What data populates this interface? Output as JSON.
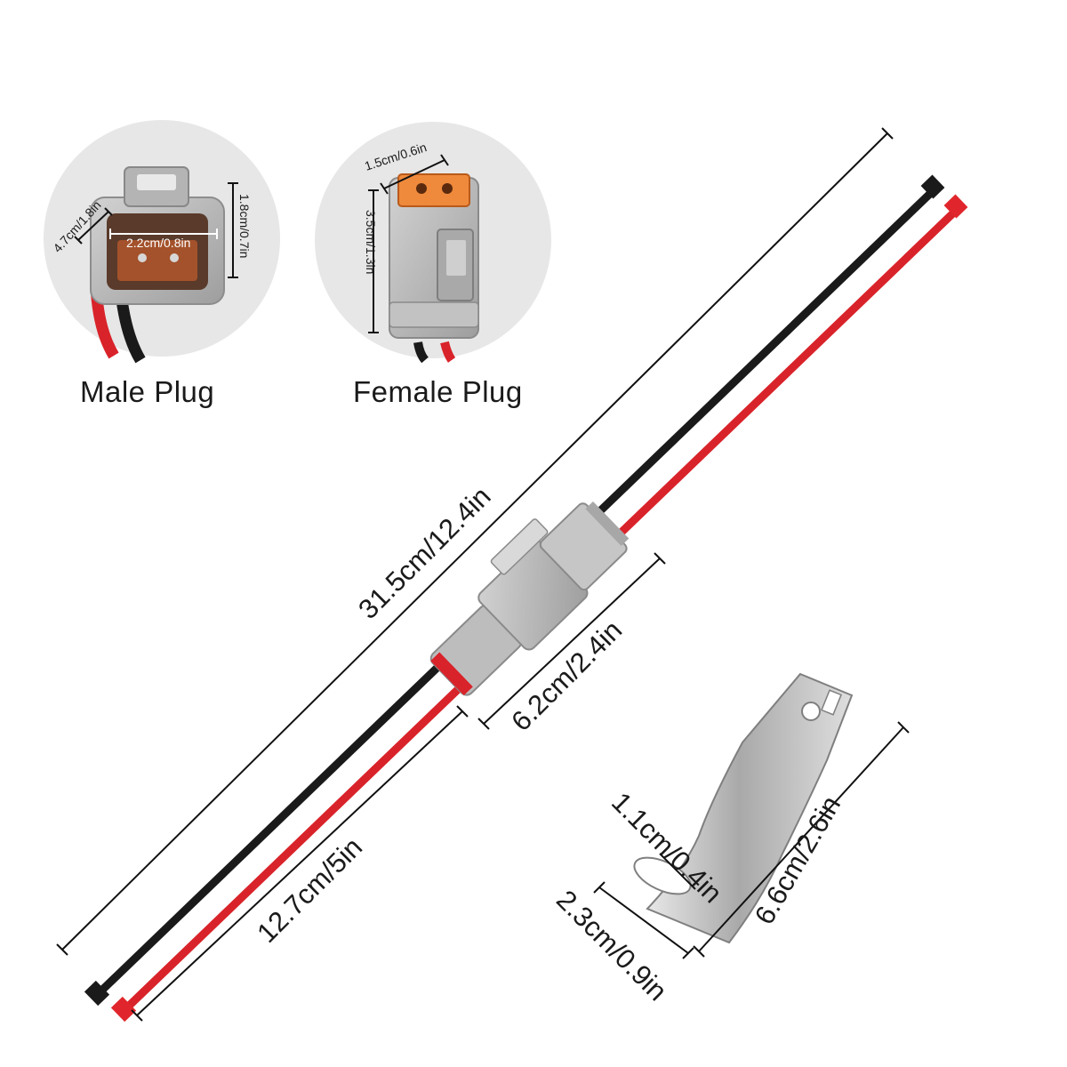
{
  "captions": {
    "male_plug": "Male Plug",
    "female_plug": "Female Plug"
  },
  "male_dims": {
    "height": "4.7cm/1.8in",
    "width": "2.2cm/0.8in",
    "depth": "1.8cm/0.7in"
  },
  "female_dims": {
    "width": "1.5cm/0.6in",
    "height": "3.5cm/1.3in"
  },
  "cable_dims": {
    "total_length": "31.5cm/12.4in",
    "connector_length": "6.2cm/2.4in",
    "lead_length": "12.7cm/5in"
  },
  "clip_dims": {
    "hole": "1.1cm/0.4in",
    "width": "2.3cm/0.9in",
    "length": "6.6cm/2.6in"
  },
  "colors": {
    "wire_black": "#1a1a1a",
    "wire_red": "#d9232a",
    "connector_gray": "#b9b9b9",
    "terminal_orange": "#e6792f",
    "circle_bg": "#e7e7e7"
  }
}
